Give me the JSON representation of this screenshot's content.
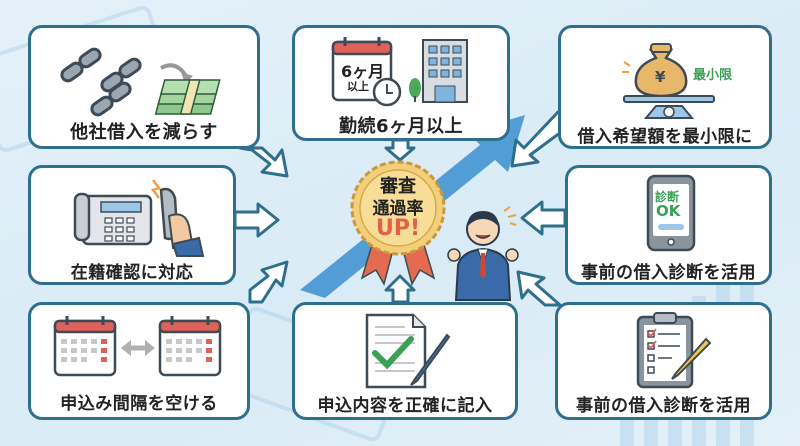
{
  "center": {
    "badge_line1": "審査",
    "badge_line2": "通過率",
    "badge_line3": "UP!",
    "badge_icon": "rosette-badge-icon",
    "person_icon": "cheering-businessman-icon",
    "trend_icon": "upward-arrow-icon"
  },
  "cards": [
    {
      "id": "reduce-other-loans",
      "label": "他社借入を減らす",
      "icon": "broken-chain-to-cash-icon"
    },
    {
      "id": "employment-6-months",
      "label": "勤続6ヶ月以上",
      "icon": "calendar-and-building-icon",
      "calendar_text_1": "6ヶ月",
      "calendar_text_2": "以上"
    },
    {
      "id": "minimize-amount",
      "label": "借入希望額を最小限に",
      "icon": "money-bag-scale-icon",
      "bag_symbol": "¥",
      "tag": "最小限"
    },
    {
      "id": "employment-verification",
      "label": "在籍確認に対応",
      "icon": "ringing-phone-icon"
    },
    {
      "id": "pre-diagnosis-phone",
      "label": "事前の借入診断を活用",
      "icon": "smartphone-diagnosis-icon",
      "screen_line1": "診断",
      "screen_line2": "OK"
    },
    {
      "id": "space-applications",
      "label": "申込み間隔を空ける",
      "icon": "two-calendars-icon"
    },
    {
      "id": "fill-accurately",
      "label": "申込内容を正確に記入",
      "icon": "document-check-pen-icon"
    },
    {
      "id": "pre-diagnosis-checklist",
      "label": "事前の借入診断を活用",
      "icon": "clipboard-checklist-icon"
    }
  ],
  "colors": {
    "card_border": "#2d6f8c",
    "arrow_fill": "#ffffff",
    "trend_arrow": "#3a8fd0",
    "badge_gold": "#f3cf7a",
    "badge_red_text": "#e0604a",
    "ribbon": "#e46a50",
    "green_accent": "#3aa055",
    "calendar_red": "#e0605a"
  }
}
